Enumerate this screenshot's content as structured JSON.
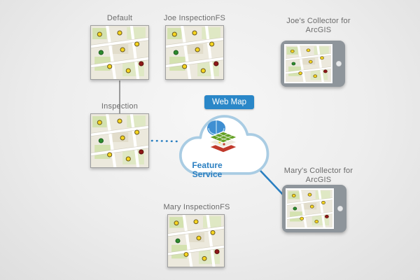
{
  "nodes": {
    "default_map": {
      "label": "Default"
    },
    "joe_inspectionfs": {
      "label": "Joe InspectionFS"
    },
    "joes_collector": {
      "label": "Joe's Collector for ArcGIS"
    },
    "inspection": {
      "label": "Inspection"
    },
    "mary_inspectionfs": {
      "label": "Mary InspectionFS"
    },
    "marys_collector": {
      "label": "Mary's Collector for ArcGIS"
    },
    "web_map": {
      "label": "Web Map"
    },
    "feature_service": {
      "label": "Feature Service"
    }
  },
  "icons": {
    "cloud": "cloud-icon",
    "layers": "arcgis-layers-icon",
    "tablet_joe": "tablet-device-icon",
    "tablet_mary": "tablet-device-icon",
    "maps": "street-map-thumbnail-icon"
  },
  "colors": {
    "accent_blue": "#2a7fc1",
    "badge_blue": "#2a87c8",
    "cloud_stroke": "#a9cce3",
    "connector_gray": "#9b9b9b",
    "label_gray": "#6b6b6b",
    "map_yellow_dot": "#f6d51f",
    "map_green_dot": "#2e8b2e",
    "map_red_dot": "#8f1818"
  }
}
